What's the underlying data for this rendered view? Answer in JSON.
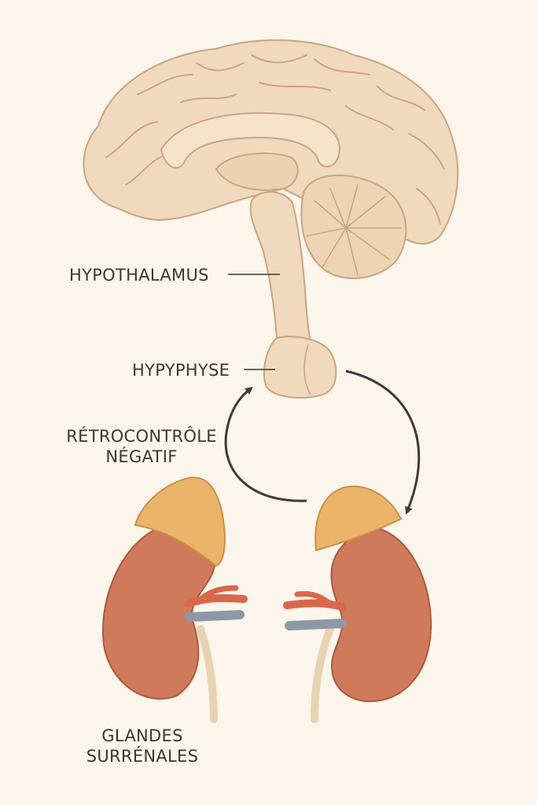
{
  "labels": {
    "hypothalamus": "HYPOTHALAMUS",
    "hypophyse": "HYPYPHYSE",
    "feedback_line1": "RÉTROCONTRÔLE",
    "feedback_line2": "NÉGATIF",
    "glands_line1": "GLANDES",
    "glands_line2": "SURRÉNALES"
  },
  "colors": {
    "background": "#fbf5ec",
    "brain": "#f0d9bc",
    "brain_outline": "#c9a583",
    "kidney": "#cf7a5a",
    "adrenal": "#eab56a",
    "artery": "#d8684a",
    "vein": "#8e97a6",
    "ureter": "#e7d3b0",
    "arrow": "#3f3b38",
    "text": "#3b3734"
  }
}
